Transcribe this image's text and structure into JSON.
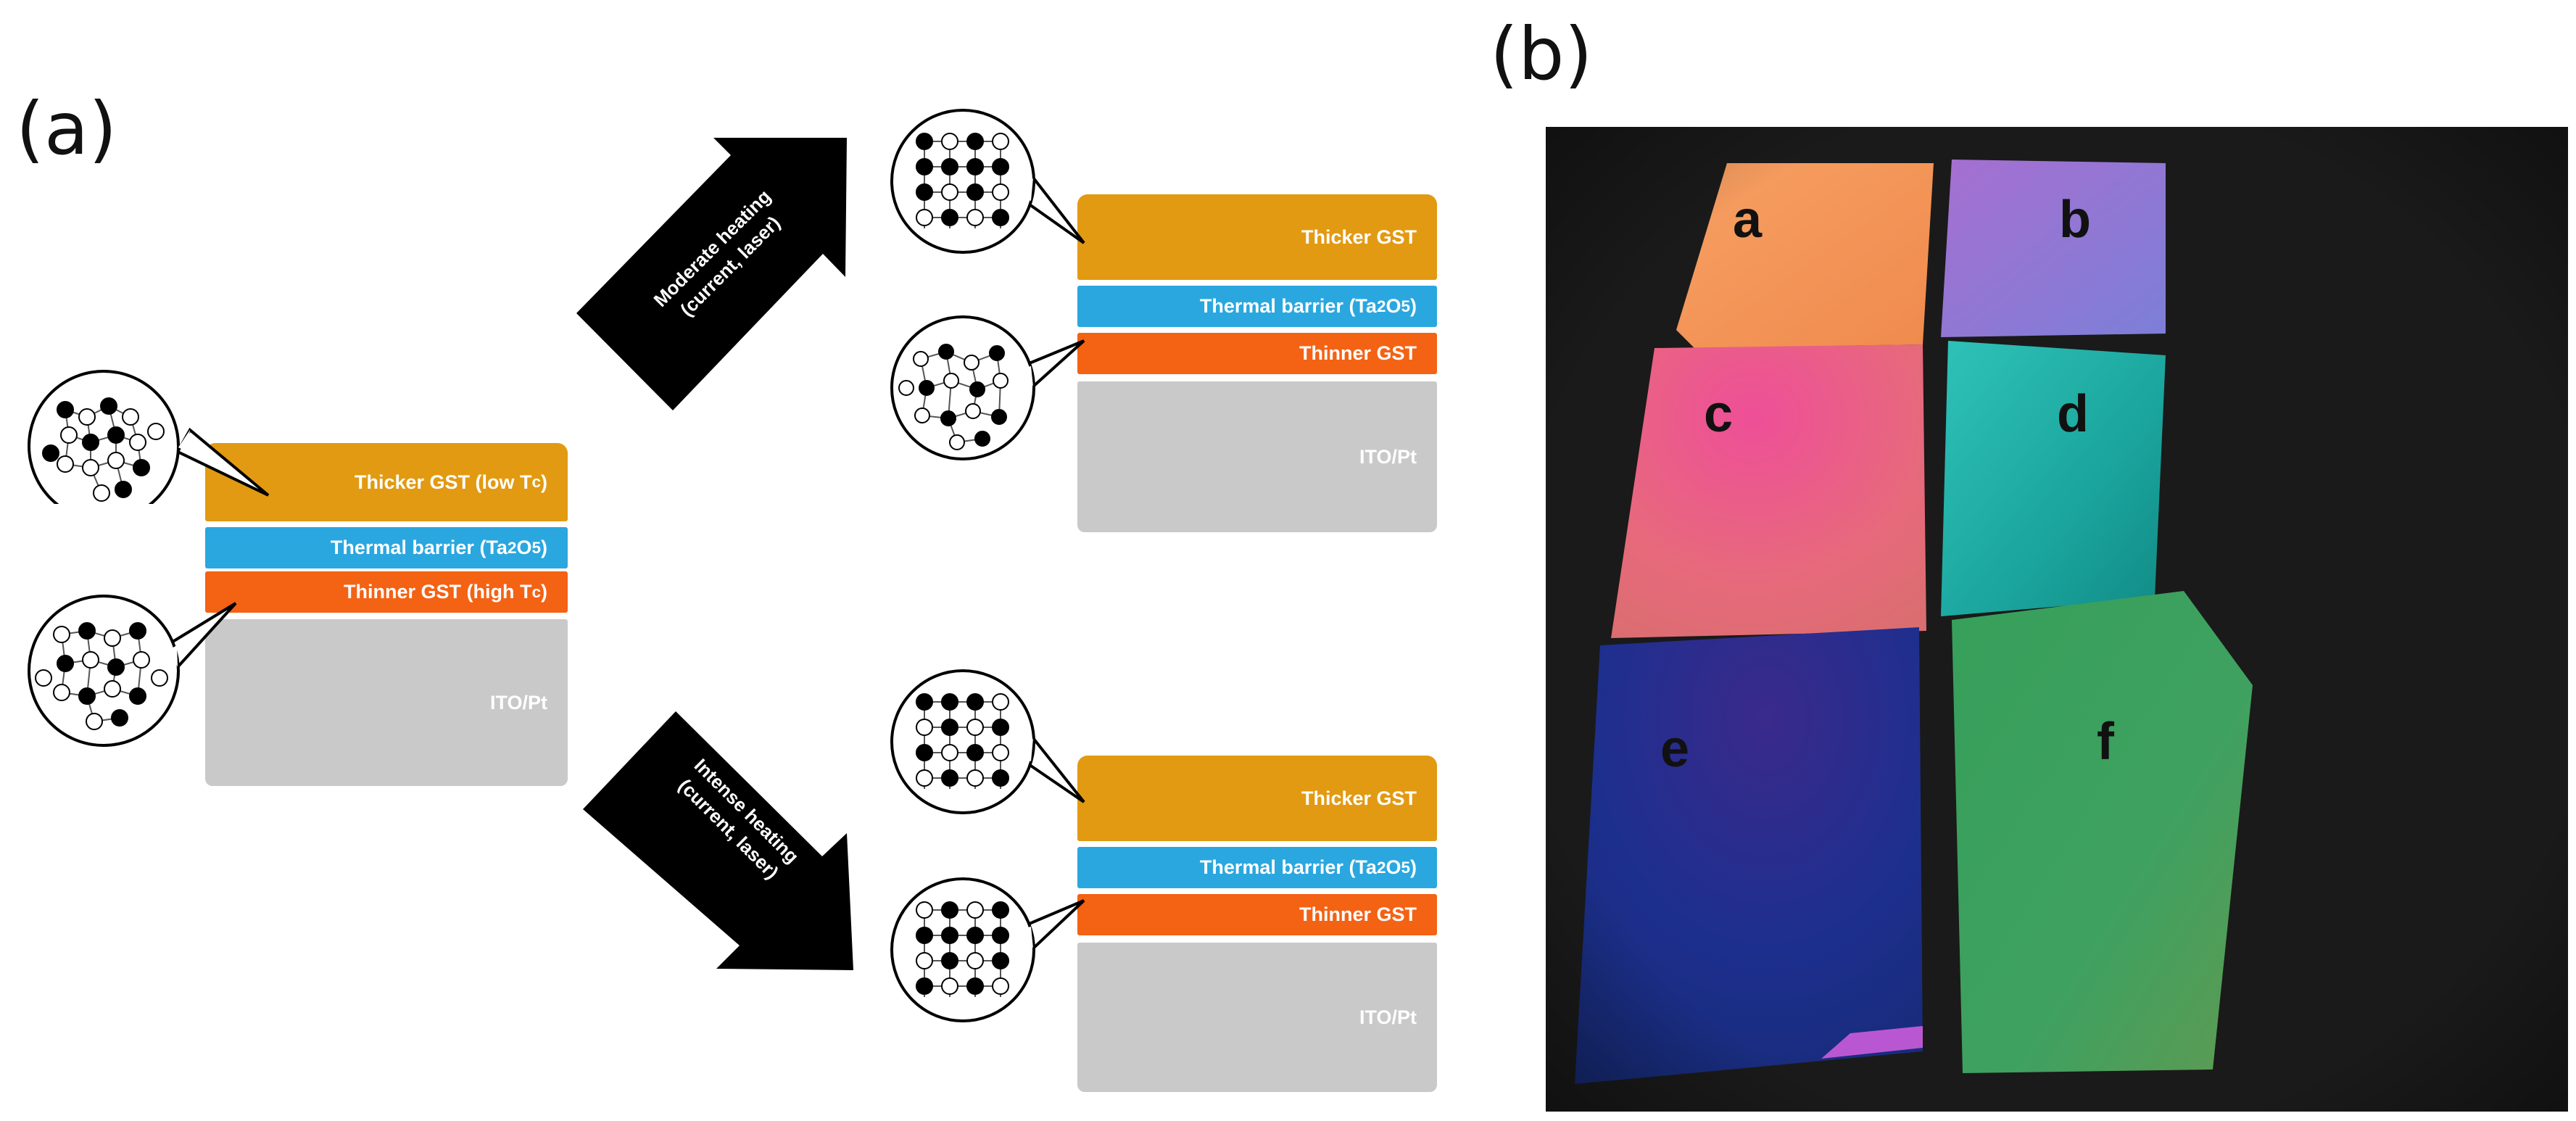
{
  "panels": {
    "a_label": "(a)",
    "b_label": "(b)"
  },
  "initial_stack": {
    "thicker": "Thicker GST (low T",
    "thicker_sub": "c",
    "thicker_end": ")",
    "barrier": "Thermal barrier (Ta",
    "barrier_sub1": "2",
    "barrier_mid": "O",
    "barrier_sub2": "5",
    "barrier_end": ")",
    "thinner": "Thinner GST (high T",
    "thinner_sub": "c",
    "thinner_end": ")",
    "substrate": "ITO/Pt"
  },
  "top_stack": {
    "thicker": "Thicker GST",
    "barrier": "Thermal barrier (Ta",
    "barrier_sub1": "2",
    "barrier_mid": "O",
    "barrier_sub2": "5",
    "barrier_end": ")",
    "thinner": "Thinner GST",
    "substrate": "ITO/Pt"
  },
  "bottom_stack": {
    "thicker": "Thicker GST",
    "barrier": "Thermal barrier (Ta",
    "barrier_sub1": "2",
    "barrier_mid": "O",
    "barrier_sub2": "5",
    "barrier_end": ")",
    "thinner": "Thinner GST",
    "substrate": "ITO/Pt"
  },
  "arrows": {
    "top_line1": "Moderate heating",
    "top_line2": "(current, laser)",
    "bottom_line1": "Intense heating",
    "bottom_line2": "(current, laser)"
  },
  "samples": {
    "a": "a",
    "b": "b",
    "c": "c",
    "d": "d",
    "e": "e",
    "f": "f"
  },
  "colors": {
    "thicker_gst": "#e29a12",
    "thermal_barrier": "#2aa7df",
    "thinner_gst": "#f46214",
    "substrate": "#c9c9c9",
    "arrow": "#000000"
  }
}
